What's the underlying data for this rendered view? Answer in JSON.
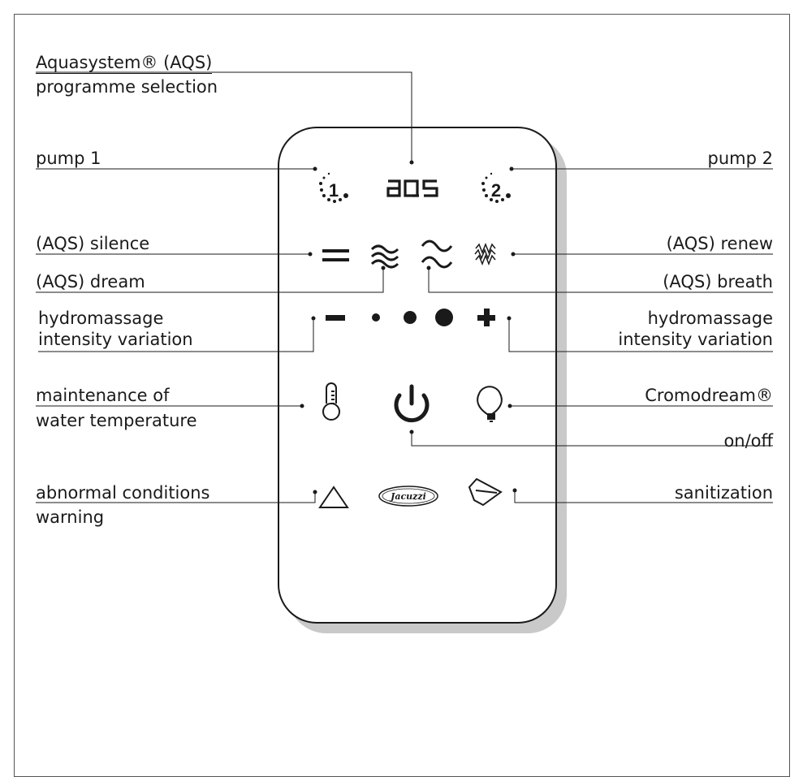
{
  "labels": {
    "aqs_title": "Aquasystem® (AQS)",
    "aqs_sub": "programme selection",
    "pump1": "pump 1",
    "pump2": "pump 2",
    "silence": "(AQS) silence",
    "renew": "(AQS) renew",
    "dream": "(AQS) dream",
    "breath": "(AQS) breath",
    "intensity_left_1": "hydromassage",
    "intensity_left_2": "intensity variation",
    "intensity_right_1": "hydromassage",
    "intensity_right_2": "intensity variation",
    "maintenance_1": "maintenance of",
    "maintenance_2": "water temperature",
    "cromodream": "Cromodream®",
    "onoff": "on/off",
    "abnormal_1": "abnormal conditions",
    "abnormal_2": "warning",
    "sanitization": "sanitization"
  },
  "buttons": {
    "pump1_digit": "1",
    "pump2_digit": "2",
    "aqs_text": "AQS",
    "logo_text": "Jacuzzi"
  },
  "icons": [
    "pump1-icon",
    "aqs-icon",
    "pump2-icon",
    "silence-icon",
    "dream-icon",
    "breath-icon",
    "renew-icon",
    "minus-icon",
    "intensity-dots-icon",
    "plus-icon",
    "thermometer-icon",
    "power-icon",
    "bulb-icon",
    "warning-icon",
    "jacuzzi-logo",
    "sanitization-icon"
  ],
  "colors": {
    "line": "#1a1a1a",
    "shadow": "#c9c9c9"
  }
}
